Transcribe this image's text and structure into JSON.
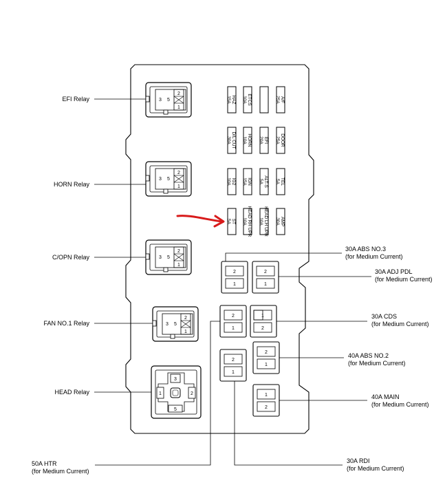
{
  "relay_labels": {
    "efi": "EFI Relay",
    "horn": "HORN Relay",
    "copn": "C/OPN Relay",
    "fan1": "FAN NO.1 Relay",
    "head": "HEAD Relay"
  },
  "fuse_rows": [
    [
      {
        "name": "HAZ",
        "amp": "15A"
      },
      {
        "name": "ETCS",
        "amp": "10A"
      },
      {
        "name": "",
        "amp": ""
      },
      {
        "name": "A/F",
        "amp": "25A"
      }
    ],
    [
      {
        "name": "D/L CUT",
        "amp": "30A"
      },
      {
        "name": "HORN",
        "amp": "10A"
      },
      {
        "name": "EFI",
        "amp": "20A"
      },
      {
        "name": "DOOR",
        "amp": "25A"
      }
    ],
    [
      {
        "name": "IG2",
        "amp": "10A"
      },
      {
        "name": "IGN",
        "amp": "15A"
      },
      {
        "name": "ALT-S",
        "amp": "5A"
      },
      {
        "name": "TEL",
        "amp": "5A"
      }
    ],
    [
      {
        "name": "ST",
        "amp": "5A"
      },
      {
        "name": "HEAD RH UPR",
        "amp": "10A"
      },
      {
        "name": "HEAD LH UPR",
        "amp": "10A"
      },
      {
        "name": "AMP",
        "amp": "30A"
      }
    ]
  ],
  "fuse_labels": {
    "abs3_title": "30A ABS NO.3",
    "abs3_sub": "(for Medium Current)",
    "adjpdl_title": "30A ADJ PDL",
    "adjpdl_sub": "(for Medium Current)",
    "cds_title": "30A CDS",
    "cds_sub": "(for Medium Current)",
    "abs2_title": "40A ABS NO.2",
    "abs2_sub": "(for Medium Current)",
    "main_title": "40A MAIN",
    "main_sub": "(for Medium Current)",
    "rdi_title": "30A RDI",
    "rdi_sub": "(for Medium Current)",
    "htr_title": "50A HTR",
    "htr_sub": "(for Medium Current)"
  },
  "terminal_numbers": {
    "one": "1",
    "two": "2",
    "three": "3",
    "five": "5"
  },
  "colors": {
    "line": "#000000",
    "arrow": "#d81b1b",
    "panel_bg": "#ffffff"
  },
  "indicator": {
    "type": "red-arrow",
    "points_to": "ST 5A fuse"
  }
}
